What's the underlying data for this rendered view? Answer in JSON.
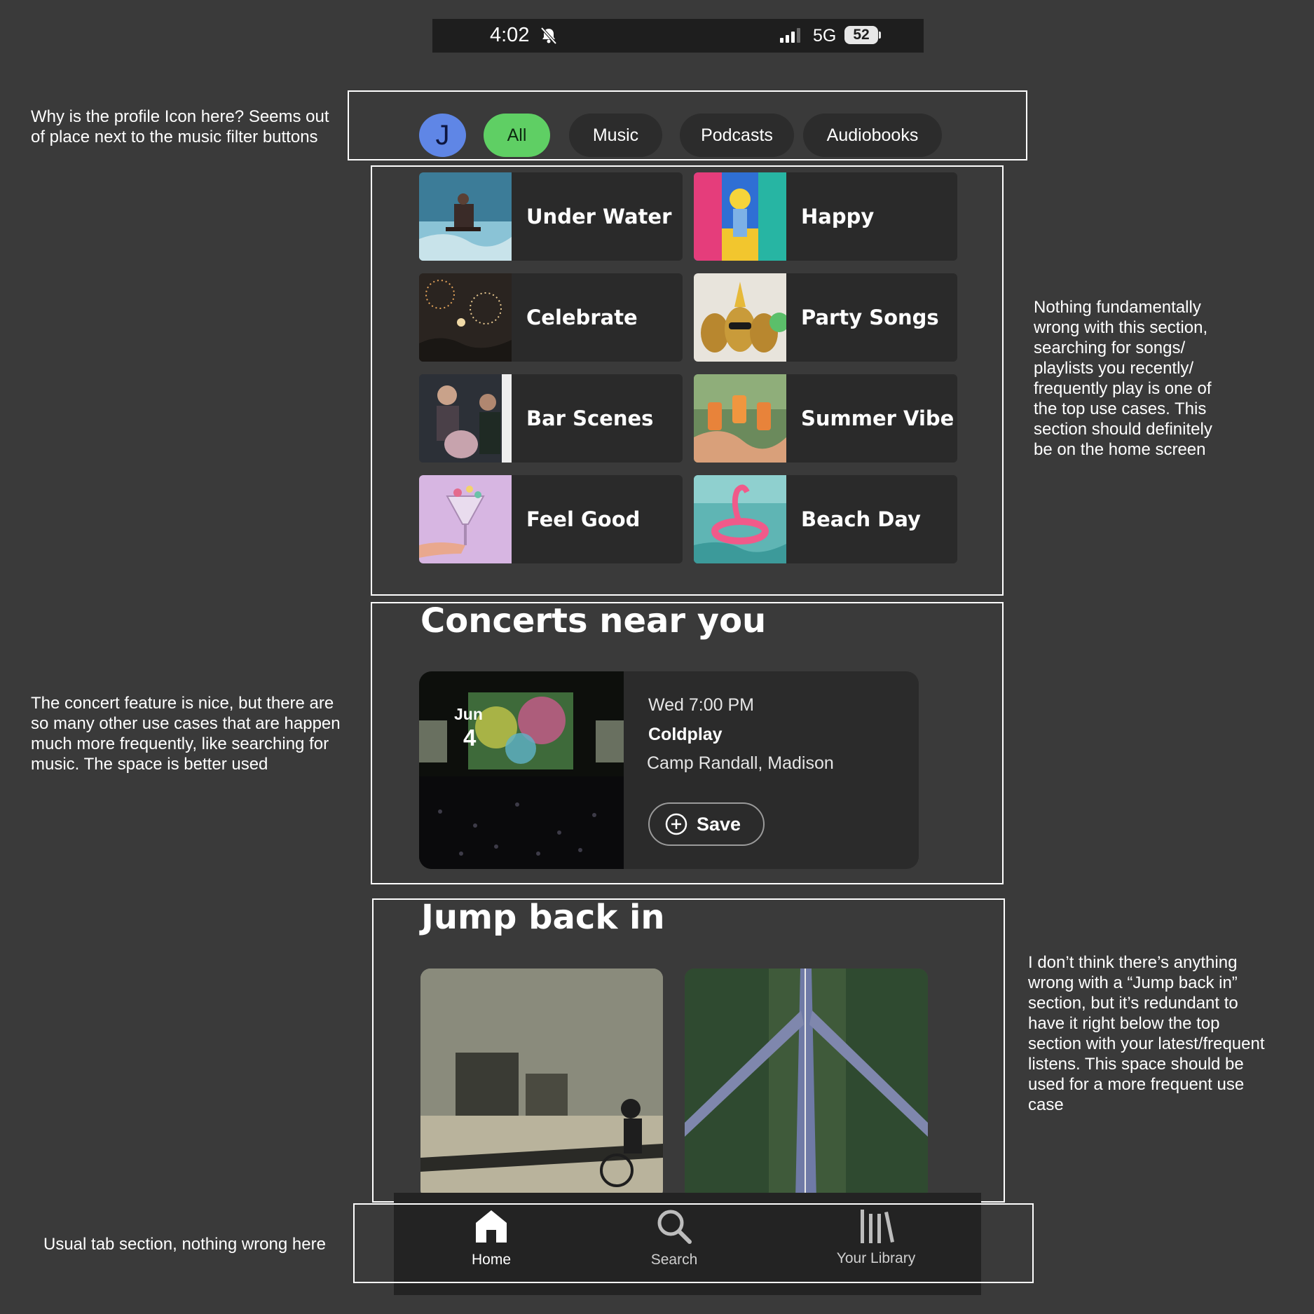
{
  "status_bar": {
    "time": "4:02",
    "network": "5G",
    "battery": "52"
  },
  "filters": {
    "avatar_letter": "J",
    "chips": [
      "All",
      "Music",
      "Podcasts",
      "Audiobooks"
    ]
  },
  "shortcuts": [
    {
      "label": "Under Water"
    },
    {
      "label": "Happy"
    },
    {
      "label": "Celebrate"
    },
    {
      "label": "Party Songs"
    },
    {
      "label": "Bar Scenes"
    },
    {
      "label": "Summer Vibe"
    },
    {
      "label": "Feel Good"
    },
    {
      "label": "Beach Day"
    }
  ],
  "concerts": {
    "title": "Concerts near you",
    "card": {
      "month": "Jun",
      "day": "4",
      "datetime": "Wed 7:00 PM",
      "artist": "Coldplay",
      "venue": "Camp Randall, Madison",
      "save_label": "Save"
    }
  },
  "jump_back": {
    "title": "Jump back in"
  },
  "tabs": {
    "home": "Home",
    "search": "Search",
    "library": "Your Library"
  },
  "annotations": {
    "profile": [
      "Why is the profile Icon here? Seems out",
      "of place next to the music filter buttons"
    ],
    "shortcuts": [
      "Nothing fundamentally",
      "wrong with this section,",
      "searching for songs/",
      "playlists you recently/",
      "frequently play is one of",
      "the top use cases. This",
      "section should definitely",
      "be on the home screen"
    ],
    "concerts": [
      "The concert feature is nice, but there are",
      "so many other use cases that are happen",
      "much more frequently, like searching for",
      "music. The space is better used"
    ],
    "jump_back": [
      "I don’t think there’s anything",
      "wrong with a “Jump back in”",
      "section, but it’s redundant to",
      "have it right below the top",
      "section with your latest/frequent",
      "listens. This space should be",
      "used for a more frequent use",
      "case"
    ],
    "tabs": "Usual tab section, nothing wrong here"
  }
}
